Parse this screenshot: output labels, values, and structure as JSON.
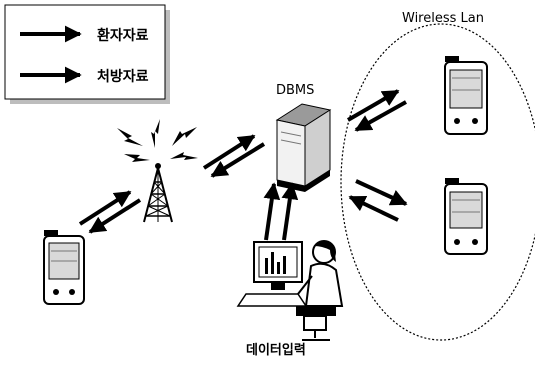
{
  "legend": {
    "items": [
      {
        "label": "환자자료"
      },
      {
        "label": "처방자료"
      }
    ]
  },
  "labels": {
    "wireless_lan": "Wireless Lan",
    "dbms": "DBMS",
    "data_entry": "데이터입력"
  },
  "colors": {
    "ink": "#000000",
    "shadow": "#bdbdbd",
    "background": "#ffffff",
    "device_screen": "#d9d9d9",
    "server_top": "#9a9a9a"
  }
}
